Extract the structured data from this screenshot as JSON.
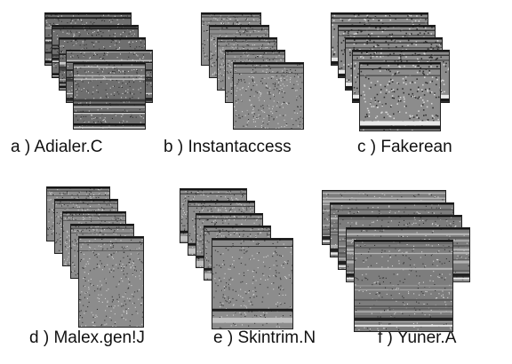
{
  "figure": {
    "panels": [
      {
        "id": "a",
        "caption": "a ) Adialer.C",
        "texture": "stripes-dark",
        "stack_count": 5
      },
      {
        "id": "b",
        "caption": "b ) Instantaccess",
        "texture": "noise-fine",
        "stack_count": 5
      },
      {
        "id": "c",
        "caption": "c ) Fakerean",
        "texture": "noise-coarse",
        "stack_count": 5
      },
      {
        "id": "d",
        "caption": "d ) Malex.gen!J",
        "texture": "noise-fine",
        "stack_count": 5
      },
      {
        "id": "e",
        "caption": "e ) Skintrim.N",
        "texture": "noise-fine-dark-bottom",
        "stack_count": 5
      },
      {
        "id": "f",
        "caption": "f ) Yuner.A",
        "texture": "stripes-horizontal",
        "stack_count": 5
      }
    ]
  }
}
